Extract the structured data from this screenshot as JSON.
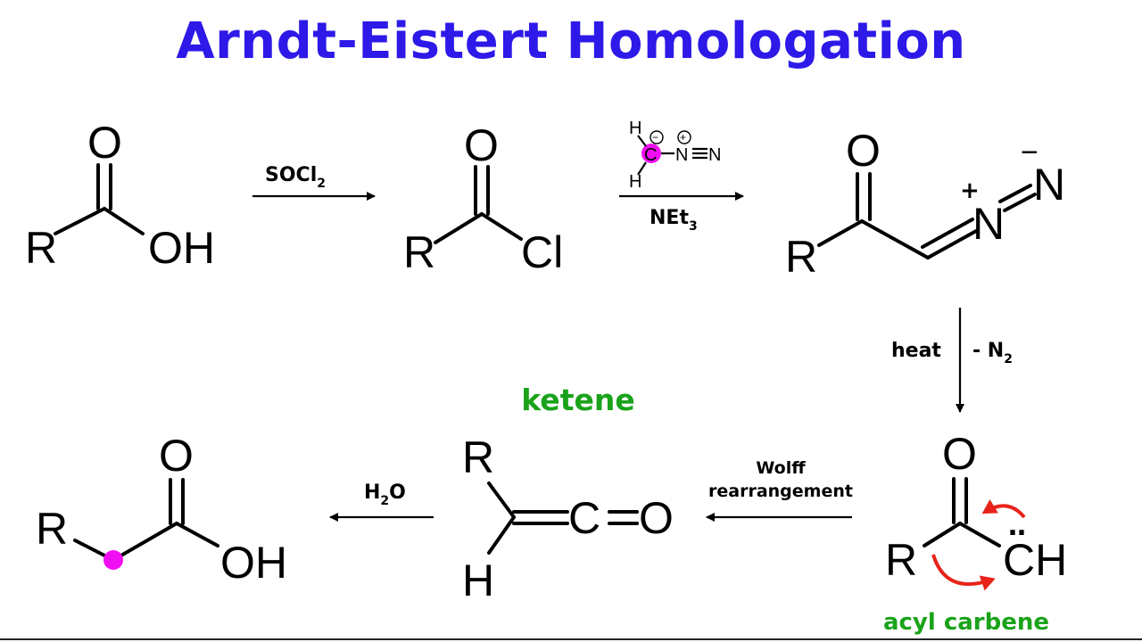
{
  "title": "Arndt-Eistert Homologation",
  "colors": {
    "title": "#2d19e8",
    "label_green": "#1aa31a",
    "highlight": "#f20ef2",
    "curved_arrow": "#e8231a"
  },
  "molecules": {
    "acid": {
      "O": "O",
      "R": "R",
      "OH": "OH"
    },
    "acyl_chloride": {
      "O": "O",
      "R": "R",
      "Cl": "Cl"
    },
    "diazoketone": {
      "O": "O",
      "R": "R",
      "N1": "N",
      "N2": "N",
      "plus": "+",
      "minus": "−"
    },
    "acyl_carbene": {
      "O": "O",
      "R": "R",
      "CH": "CH",
      "lone_pair": "‥",
      "label": "acyl carbene"
    },
    "ketene": {
      "R": "R",
      "H": "H",
      "C": "C",
      "O": "O",
      "label": "ketene"
    },
    "product": {
      "O": "O",
      "R": "R",
      "OH": "OH"
    }
  },
  "reagents": {
    "step1": {
      "main": "SOCl",
      "sub": "2"
    },
    "step2": {
      "diazomethane": {
        "H_top": "H",
        "H_bottom": "H",
        "C": "C",
        "N_left": "N",
        "N_right": "N",
        "minus": "−",
        "plus": "+"
      },
      "base_main": "NEt",
      "base_sub": "3"
    },
    "step3": {
      "left": "heat",
      "right_main": "- N",
      "right_sub": "2"
    },
    "step4": {
      "line1": "Wolff",
      "line2": "rearrangement"
    },
    "step5": {
      "H": "H",
      "sub": "2",
      "O": "O"
    }
  }
}
